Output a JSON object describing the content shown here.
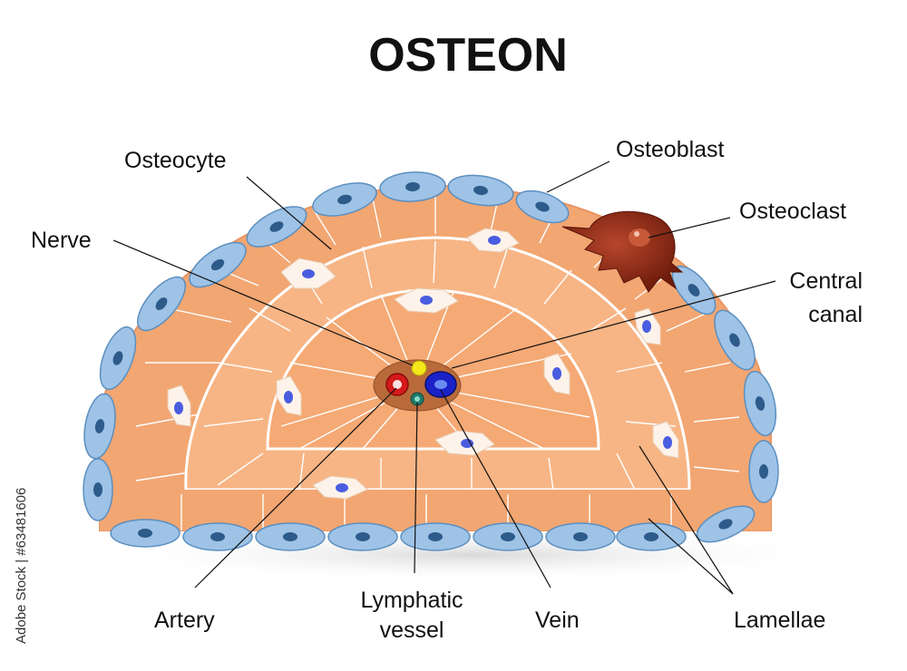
{
  "title": "OSTEON",
  "labels": {
    "osteocyte": "Osteocyte",
    "osteoblast": "Osteoblast",
    "osteoclast": "Osteoclast",
    "nerve": "Nerve",
    "central_canal_line1": "Central",
    "central_canal_line2": "canal",
    "artery": "Artery",
    "lymphatic_line1": "Lymphatic",
    "lymphatic_line2": "vessel",
    "vein": "Vein",
    "lamellae": "Lamellae"
  },
  "side_text": "Adobe Stock | #63481606",
  "colors": {
    "bone_matrix": "#f5ab79",
    "lining_cell": "#9ec3e6",
    "lining_nucleus": "#2d5b8a",
    "osteocyte_nucleus": "#4a5de0",
    "osteoclast": "#8a2a14",
    "canal": "#b86a3a",
    "artery": "#d41a1a",
    "vein": "#1a22c8",
    "nerve": "#f4e81a",
    "lymphatic": "#1e7a6a"
  }
}
